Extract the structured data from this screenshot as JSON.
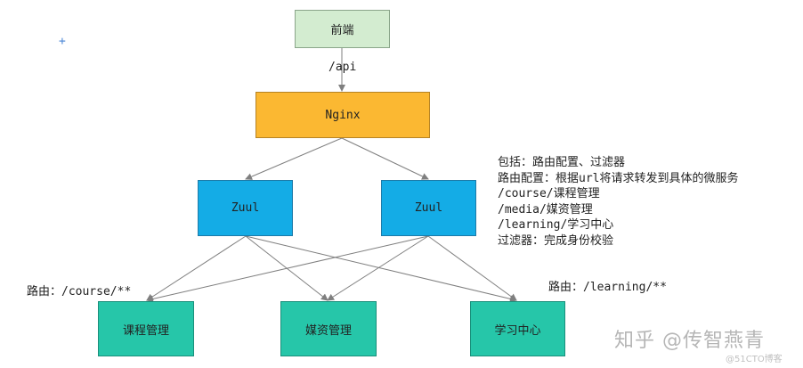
{
  "nodes": {
    "frontend": "前端",
    "nginx": "Nginx",
    "zuul_1": "Zuul",
    "zuul_2": "Zuul",
    "service_course": "课程管理",
    "service_media": "媒资管理",
    "service_learning": "学习中心"
  },
  "edge_labels": {
    "api": "/api",
    "route_course": "路由：/course/**",
    "route_learning": "路由：/learning/**"
  },
  "notes": [
    "包括：路由配置、过滤器",
    "路由配置：根据url将请求转发到具体的微服务",
    "/course/课程管理",
    "/media/媒资管理",
    "/learning/学习中心",
    "过滤器：完成身份校验"
  ],
  "watermark": {
    "main": "知乎 @传智燕青",
    "sub": "@51CTO博客"
  },
  "colors": {
    "frontend": "#d3ecd0",
    "nginx": "#fbb832",
    "zuul": "#14ace6",
    "service": "#26c6a9",
    "edge": "#7f7f7f"
  },
  "icons": {
    "cursor": "crosshair-plus-icon"
  }
}
